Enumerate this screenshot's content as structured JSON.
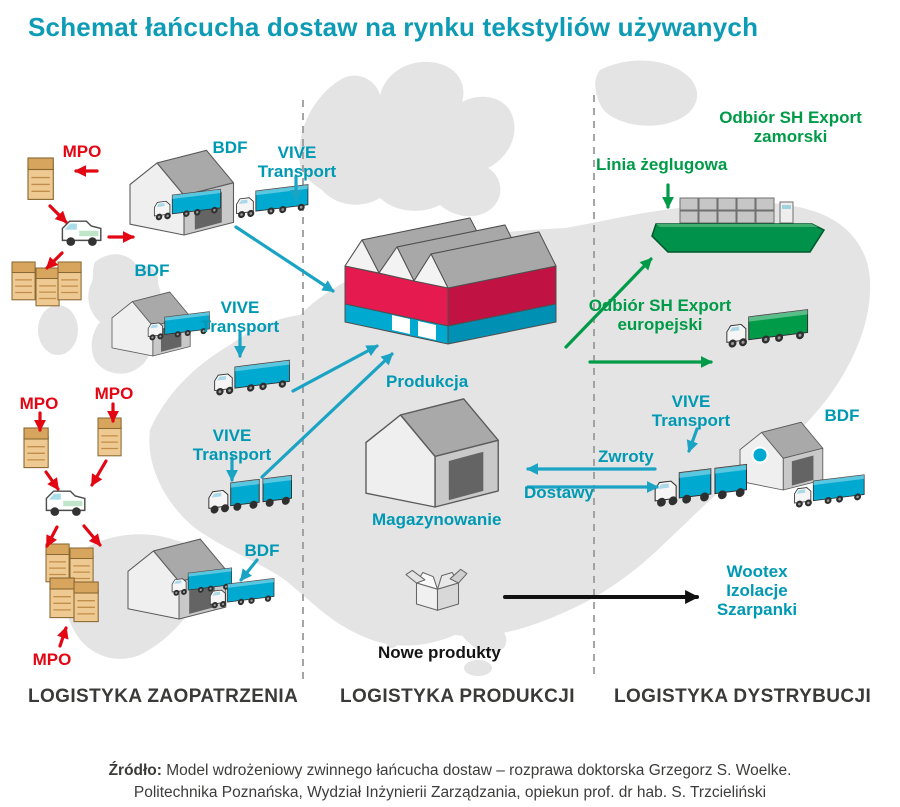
{
  "title": "Schemat łańcucha dostaw na rynku tekstyliów używanych",
  "sections": {
    "supply": "LOGISTYKA ZAOPATRZENIA",
    "production": "LOGISTYKA PRODUKCJI",
    "distribution": "LOGISTYKA DYSTRYBUCJI"
  },
  "labels": {
    "supply": {
      "mpo_a": "MPO",
      "bdf_a": "BDF",
      "vive_a": "VIVE\nTransport",
      "bdf_b": "BDF",
      "vive_b": "VIVE\nTransport",
      "mpo_b": "MPO",
      "mpo_c": "MPO",
      "vive_c": "VIVE\nTransport",
      "bdf_c": "BDF",
      "mpo_d": "MPO"
    },
    "production": {
      "produkcja": "Produkcja",
      "magazynowanie": "Magazynowanie",
      "nowe_produkty": "Nowe produkty"
    },
    "distribution": {
      "odbior_zamorski": "Odbiór SH Export\nzamorski",
      "linia_zeglugowa": "Linia żeglugowa",
      "odbior_europejski": "Odbiór SH Export\neuropejski",
      "vive": "VIVE\nTransport",
      "bdf": "BDF",
      "zwroty": "Zwroty",
      "dostawy": "Dostawy",
      "wootex": "Wootex\nIzolacje\nSzarpanki"
    }
  },
  "source": {
    "label": "Źródło:",
    "line1": "Model wdrożeniowy zwinnego łańcucha dostaw – rozprawa doktorska Grzegorz S. Woelke.",
    "line2": "Politechnika Poznańska, Wydział Inżynierii Zarządzania, opiekun prof. dr hab. S. Trzcieliński"
  },
  "colors": {
    "title_teal": "#0d9bb5",
    "label_teal": "#0099b4",
    "vehicle_teal": "#00a9d0",
    "mpo_red": "#e30613",
    "factory_red": "#e51a4f",
    "export_green": "#009b48",
    "text_black": "#141414",
    "map_gray": "#e4e4e4",
    "building_gray": "#c9c9c9",
    "bin_tan": "#eec991"
  },
  "icons": {
    "warehouse-icon": "isometric gray warehouse building",
    "factory-icon": "isometric production plant with red and teal bands",
    "truck-icon": "semi truck with teal trailer",
    "green-truck-icon": "semi truck with green trailer",
    "van-icon": "white collection van",
    "donation-bin-icon": "tan textile collection container",
    "ship-icon": "green container ship",
    "open-box-icon": "open cardboard box",
    "arrow-icon": "flow arrow"
  }
}
